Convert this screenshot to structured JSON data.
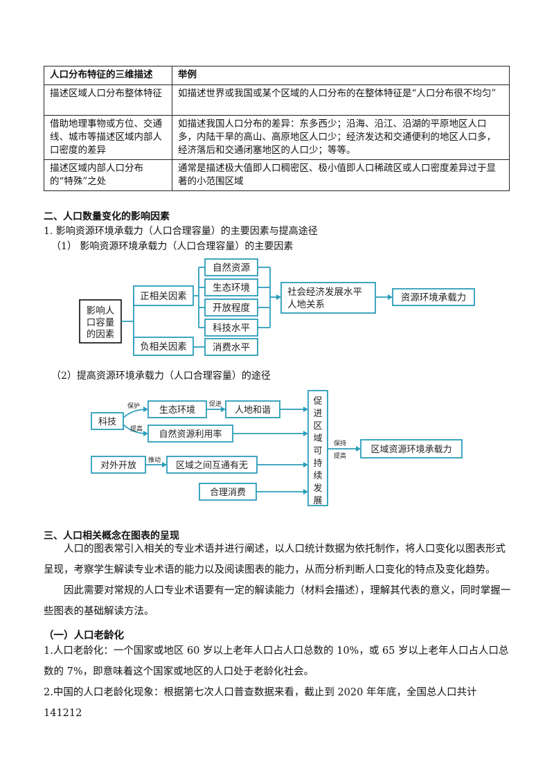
{
  "table": {
    "header": [
      "人口分布特征的三维描述",
      "举例"
    ],
    "rows": [
      [
        "描述区域人口分布整体特征",
        "如描述世界或我国或某个区域的人口分布的在整体特征是“人口分布很不均匀”"
      ],
      [
        "借助地理事物或方位、交通线、城市等描述区域内部人口密度的差异",
        "如描述我国人口分布的差异：东多西少；沿海、沿江、沿湖的平原地区人口多，内陆干旱的高山、高原地区人口少；经济发达和交通便利的地区人口多，经济落后和交通闭塞地区的人口少；等等。"
      ],
      [
        "描述区域内部人口分布的“特殊”之处",
        "通常是描述极大值即人口稠密区、极小值即人口稀疏区或人口密度差异过于显著的小范围区域"
      ]
    ]
  },
  "sec2": {
    "title": "二、人口数量变化的影响因素",
    "sub1": "1. 影响资源环境承载力（人口合理容量）的主要因素与提高途径",
    "sub1a": "（1）  影响资源环境承载力（人口合理容量）的主要因素",
    "sub1b": "（2）提高资源环境承载力（人口合理容量）的途径"
  },
  "diagram1": {
    "root": [
      "影响人",
      "口容量",
      "的因素"
    ],
    "pos": "正相关因素",
    "neg": "负相关因素",
    "factors": [
      "自然资源",
      "生态环境",
      "开放程度",
      "科技水平"
    ],
    "neg_factor": "消费水平",
    "mid": [
      "社会经济发展水平",
      "人地关系"
    ],
    "result": "资源环境承载力"
  },
  "diagram2": {
    "tech": "科技",
    "protect": "保护",
    "improve": "提高",
    "eco": "生态环境",
    "promote": "促进",
    "harmony": "人地和谐",
    "resource_use": "自然资源利用率",
    "open": "对外开放",
    "drive": "推动",
    "exchange": "区域之间互通有无",
    "consume": "合理消费",
    "sustain": [
      "促",
      "进",
      "区",
      "域",
      "可",
      "持",
      "续",
      "发",
      "展"
    ],
    "keep": "保持",
    "raise": "提高",
    "final": "区域资源环境承载力"
  },
  "sec3": {
    "title": "三、人口相关概念在图表的呈现",
    "p1": "人口的图表常引入相关的专业术语并进行阐述，以人口统计数据为依托制作，将人口变化以图表形式呈现，考察学生解读专业术语的能力以及阅读图表的能力，从而分析判断人口变化的特点及变化趋势。",
    "p2": "因此需要对常规的人口专业术语要有一定的解读能力（材料会描述），理解其代表的意义，同时掌握一些图表的基础解读方法。",
    "sub": "（一）人口老龄化",
    "item1": "1.人口老龄化：一个国家或地区 60 岁以上老年人口占人口总数的 10%，或 65 岁以上老年人口占人口总数的 7%，即意味着这个国家或地区的人口处于老龄化社会。",
    "item2": "2.中国的人口老龄化现象：根据第七次人口普查数据来看，截止到 2020 年年底，全国总人口共计 141212"
  }
}
